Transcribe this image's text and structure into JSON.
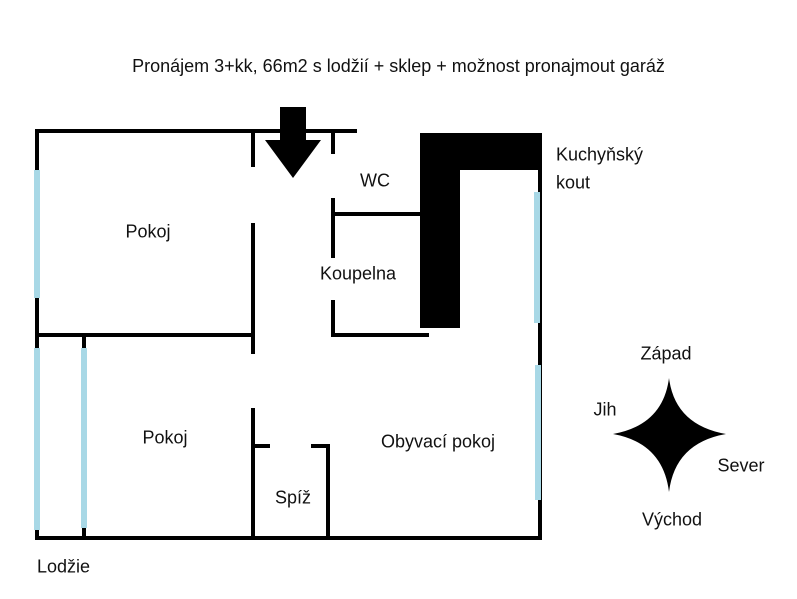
{
  "title": "Pronájem 3+kk, 66m2 s lodžií + sklep + možnost pronajmout garáž",
  "rooms": {
    "pokoj_top": "Pokoj",
    "wc": "WC",
    "koupelna": "Koupelna",
    "kitchen_line1": "Kuchyňský",
    "kitchen_line2": "kout",
    "pokoj_bottom": "Pokoj",
    "obyvaci": "Obyvací pokoj",
    "spiz": "Spíž",
    "lodzie": "Lodžie"
  },
  "compass": {
    "west": "Západ",
    "south": "Jih",
    "north": "Sever",
    "east": "Východ"
  },
  "colors": {
    "wall": "#000000",
    "window": "#a8d8e6"
  }
}
